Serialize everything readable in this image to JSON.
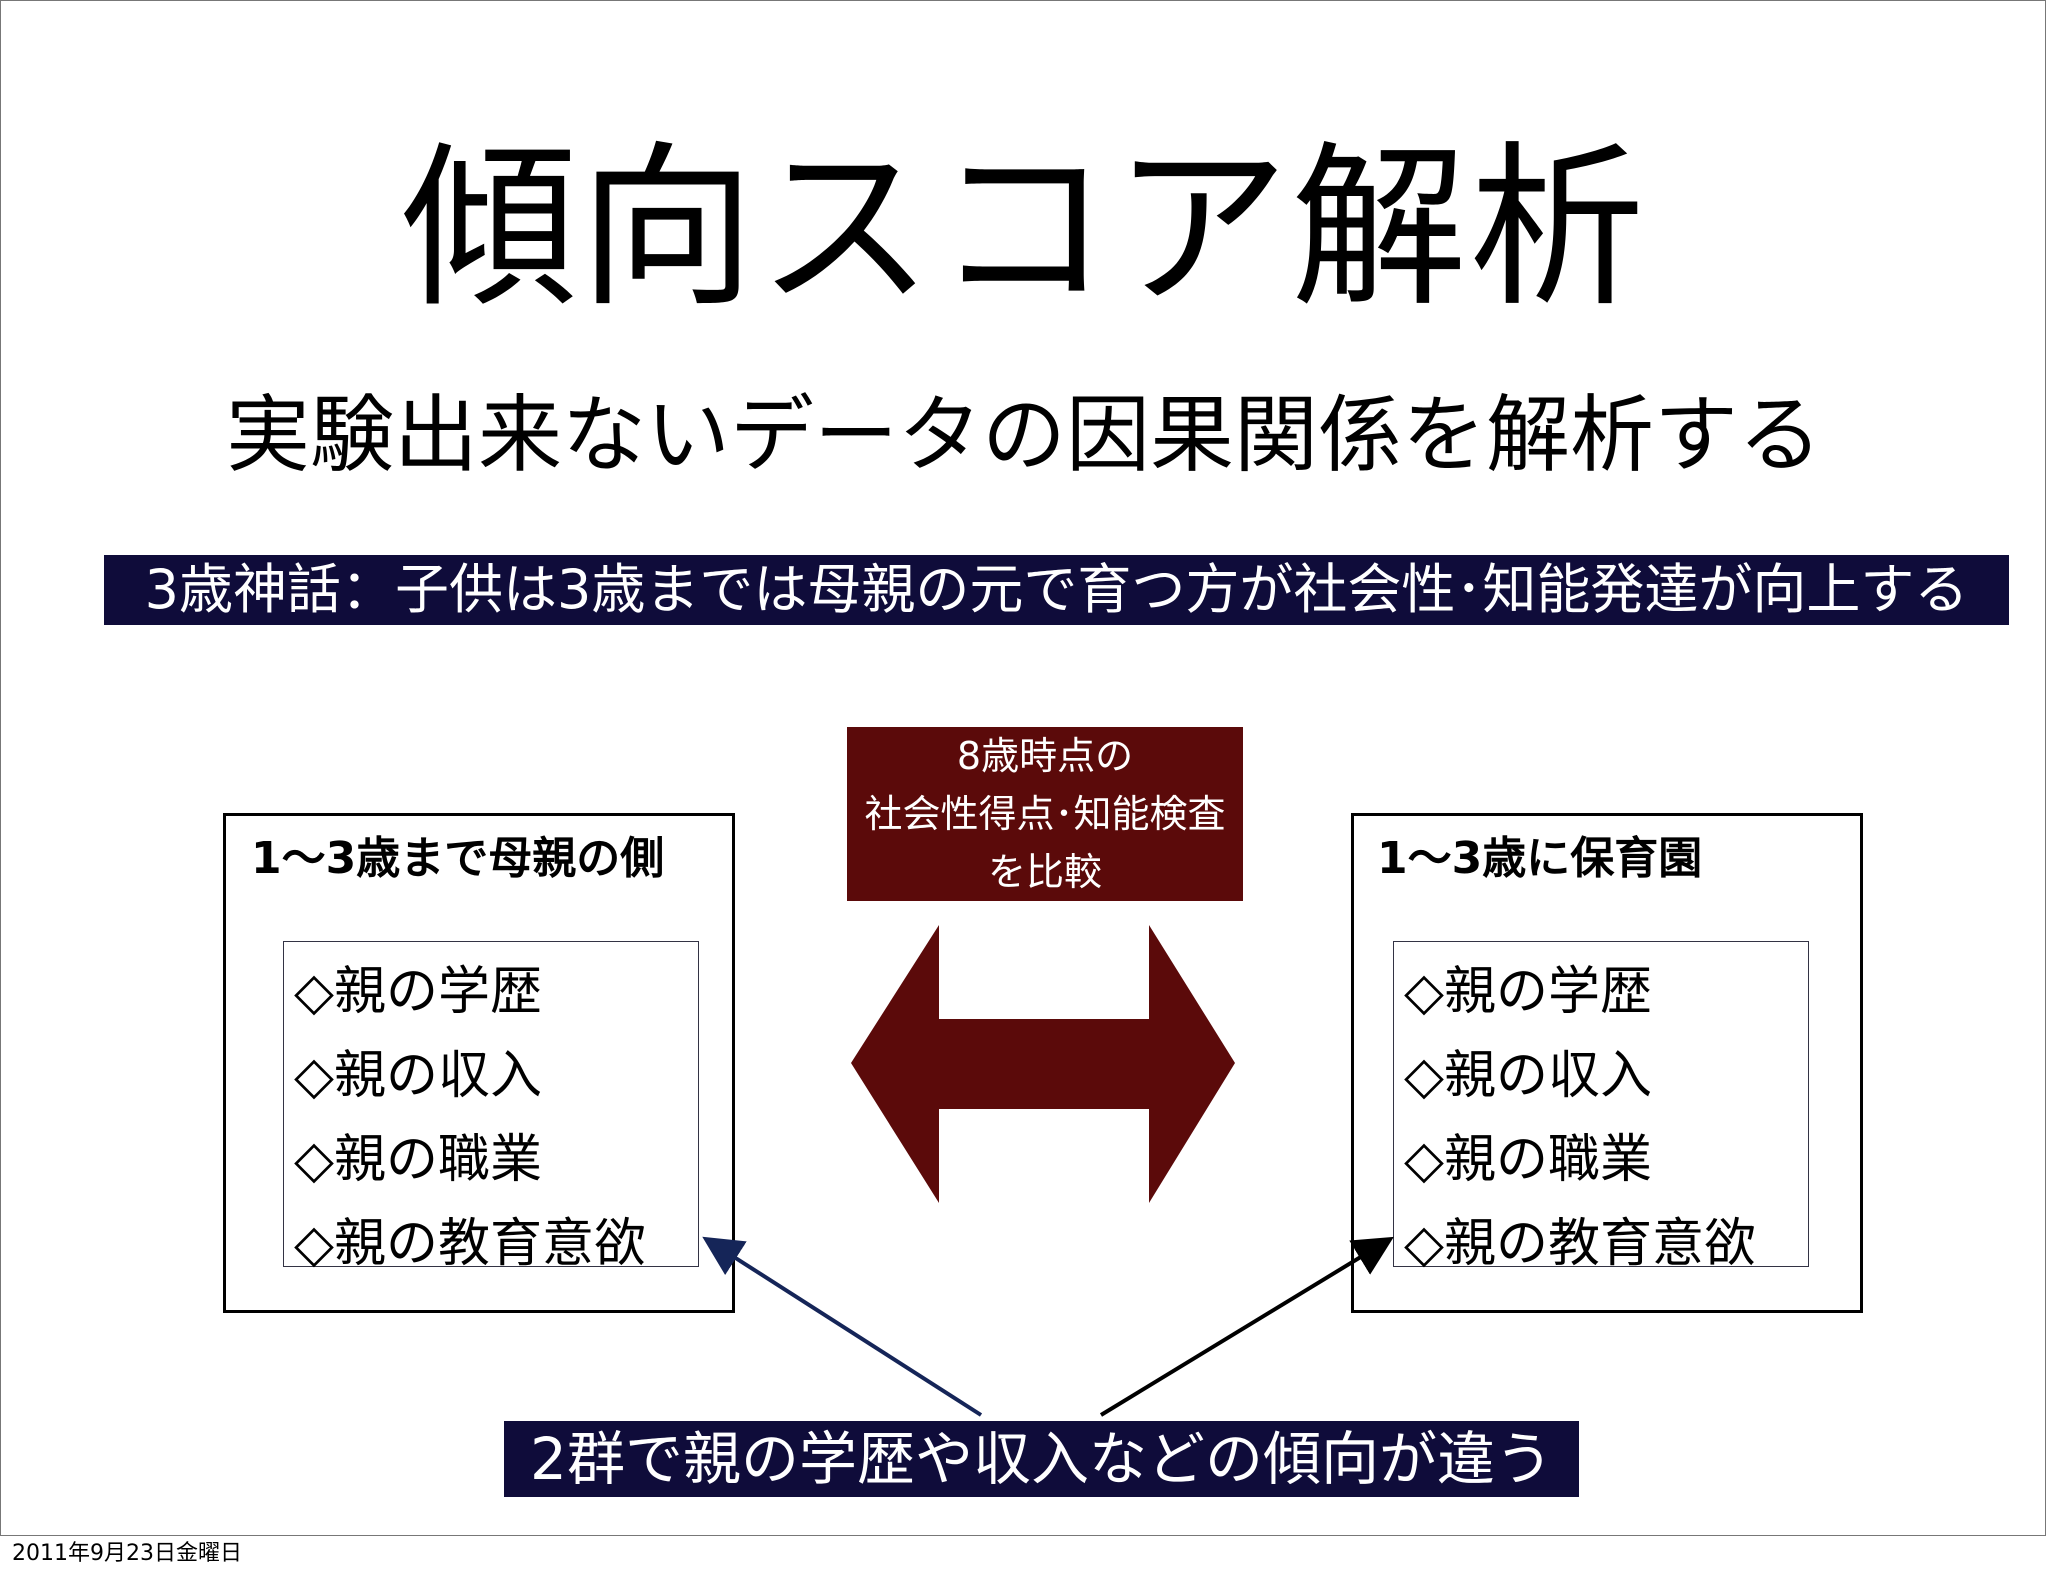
{
  "slide": {
    "title": "傾向スコア解析",
    "subtitle": "実験出来ないデータの因果関係を解析する",
    "myth": "3歳神話：子供は3歳までは母親の元で育つ方が社会性･知能発達が向上する",
    "outcome_lines": [
      "8歳時点の",
      "社会性得点･知能検査",
      "を比較"
    ],
    "left_group": {
      "title": "1〜3歳まで母親の側",
      "covariates": [
        "◇親の学歴",
        "◇親の収入",
        "◇親の職業",
        "◇親の教育意欲"
      ]
    },
    "right_group": {
      "title": "1〜3歳に保育園",
      "covariates": [
        "◇親の学歴",
        "◇親の収入",
        "◇親の職業",
        "◇親の教育意欲"
      ]
    },
    "conclusion": "2群で親の学歴や収入などの傾向が違う"
  },
  "footer": {
    "date": "2011年9月23日金曜日"
  },
  "colors": {
    "navy_banner": "#0f0c3a",
    "maroon": "#5b0a0a",
    "arrow_navy": "#152558",
    "arrow_black": "#000000"
  }
}
